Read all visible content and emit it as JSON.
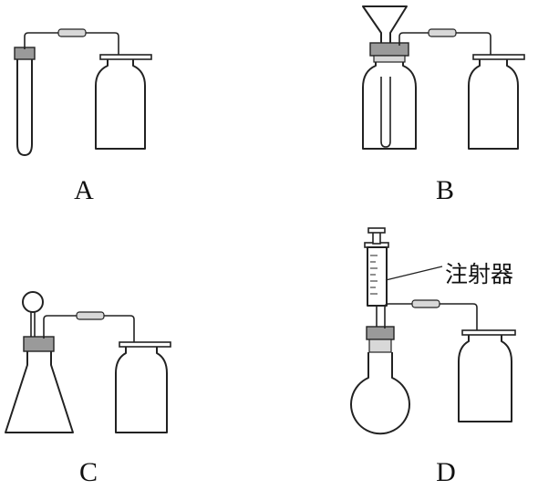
{
  "apparatus": [
    {
      "id": "A",
      "label": "A"
    },
    {
      "id": "B",
      "label": "B"
    },
    {
      "id": "C",
      "label": "C"
    },
    {
      "id": "D",
      "label": "D"
    }
  ],
  "syringe_callout": "注射器"
}
